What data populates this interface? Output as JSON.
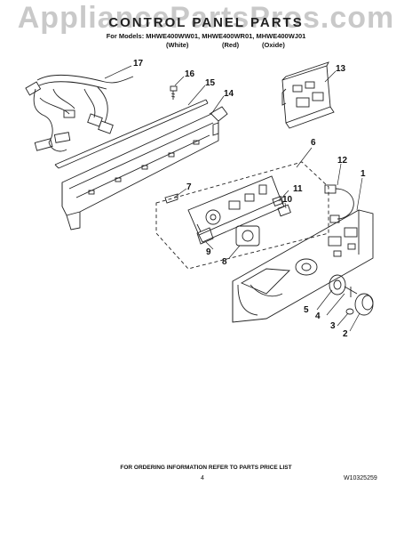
{
  "watermark": "AppliancePartsPros.com",
  "header": {
    "title": "CONTROL PANEL PARTS",
    "models": "For Models: MHWE400WW01, MHWE400WR01, MHWE400WJ01",
    "variants": [
      "(White)",
      "(Red)",
      "(Oxide)"
    ]
  },
  "callouts": [
    "1",
    "2",
    "3",
    "4",
    "5",
    "6",
    "7",
    "8",
    "9",
    "10",
    "11",
    "12",
    "13",
    "14",
    "15",
    "16",
    "17"
  ],
  "footer": {
    "note": "FOR ORDERING INFORMATION REFER TO PARTS PRICE LIST",
    "page_number": "4",
    "doc_id": "W10325259"
  }
}
